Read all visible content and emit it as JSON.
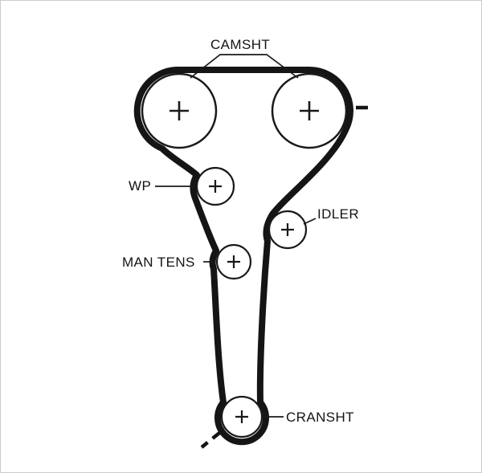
{
  "diagram": {
    "labels": {
      "camshaft": "CAMSHT",
      "water_pump": "WP",
      "idler": "IDLER",
      "manual_tensioner": "MAN TENS",
      "crankshaft": "CRANSHT"
    },
    "colors": {
      "belt": "#151515",
      "outline": "#1a1a1a",
      "text": "#141414",
      "background": "#ffffff",
      "frame_border": "#cbcbcb"
    }
  }
}
